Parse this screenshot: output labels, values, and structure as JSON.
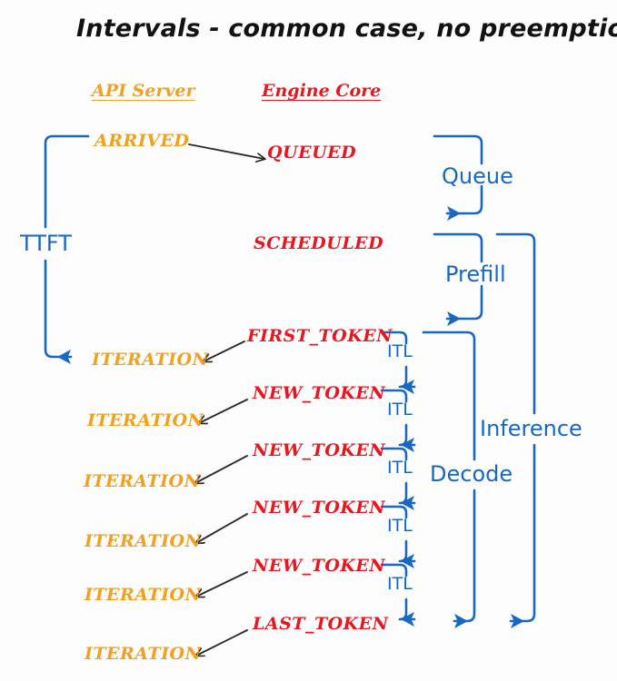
{
  "diagram": {
    "title": "Intervals - common case, no preemptions",
    "background_color": "#fdfdfd",
    "colors": {
      "api_server": "#f2a01e",
      "engine_core": "#e8161f",
      "interval": "#1668c5",
      "arrow": "#2b2b2b",
      "title": "#121212"
    }
  },
  "columns": [
    {
      "id": "api-server",
      "label": "API Server",
      "color": "#f2a01e"
    },
    {
      "id": "engine-core",
      "label": "Engine Core",
      "color": "#e8161f"
    }
  ],
  "events": {
    "api_server": [
      {
        "id": "arrived",
        "label": "ARRIVED"
      },
      {
        "id": "iteration-1",
        "label": "ITERATION"
      },
      {
        "id": "iteration-2",
        "label": "ITERATION"
      },
      {
        "id": "iteration-3",
        "label": "ITERATION"
      },
      {
        "id": "iteration-4",
        "label": "ITERATION"
      },
      {
        "id": "iteration-5",
        "label": "ITERATION"
      },
      {
        "id": "iteration-6",
        "label": "ITERATION"
      }
    ],
    "engine_core": [
      {
        "id": "queued",
        "label": "QUEUED"
      },
      {
        "id": "scheduled",
        "label": "SCHEDULED"
      },
      {
        "id": "first-token",
        "label": "FIRST_TOKEN"
      },
      {
        "id": "new-token-1",
        "label": "NEW_TOKEN"
      },
      {
        "id": "new-token-2",
        "label": "NEW_TOKEN"
      },
      {
        "id": "new-token-3",
        "label": "NEW_TOKEN"
      },
      {
        "id": "new-token-4",
        "label": "NEW_TOKEN"
      },
      {
        "id": "last-token",
        "label": "LAST_TOKEN"
      }
    ]
  },
  "intervals": {
    "ttft": {
      "label": "TTFT"
    },
    "queue": {
      "label": "Queue"
    },
    "prefill": {
      "label": "Prefill"
    },
    "decode": {
      "label": "Decode"
    },
    "inference": {
      "label": "Inference"
    },
    "itl": [
      {
        "label": "ITL"
      },
      {
        "label": "ITL"
      },
      {
        "label": "ITL"
      },
      {
        "label": "ITL"
      },
      {
        "label": "ITL"
      }
    ]
  }
}
